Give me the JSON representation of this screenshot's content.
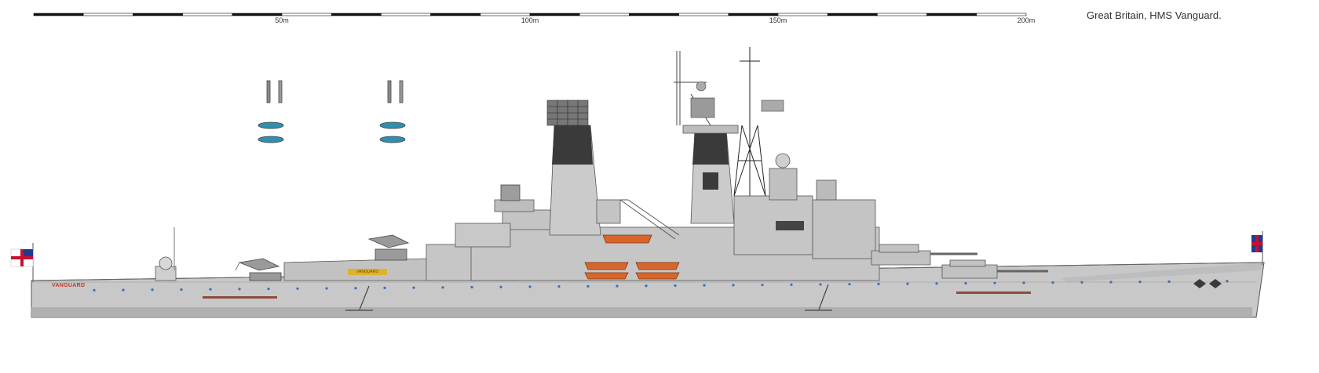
{
  "caption": "Great Britain, HMS Vanguard.",
  "scale": {
    "max_m": 200,
    "labels": [
      {
        "value": 50,
        "text": "50m"
      },
      {
        "value": 100,
        "text": "100m"
      },
      {
        "value": 150,
        "text": "150m"
      },
      {
        "value": 200,
        "text": "200m"
      }
    ]
  },
  "hull": {
    "name": "VANGUARD",
    "plate": "VANGUARD"
  },
  "colors": {
    "hull_grey": "#c8c8c8",
    "deck_grey": "#b4b4b4",
    "funnel_top": "#3a3a3a",
    "boat_orange": "#d9652b",
    "ensign_red": "#c8102e",
    "jack_blue": "#1f3a93",
    "missile_blue": "#2f8fb0"
  }
}
